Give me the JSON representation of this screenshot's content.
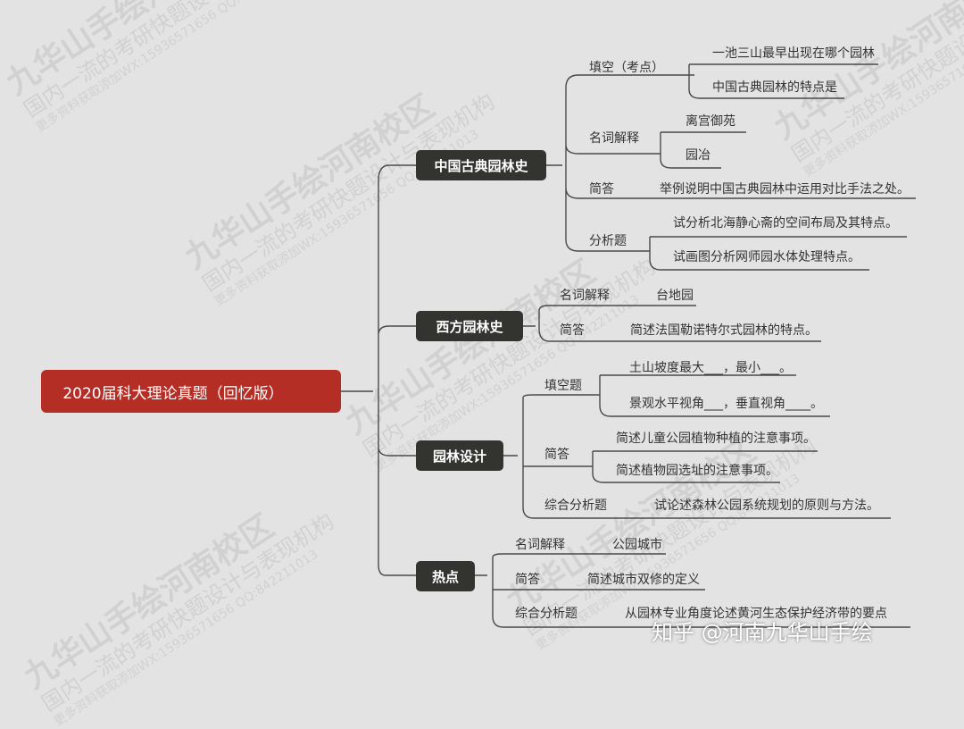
{
  "root": "2020届科大理论真题（回忆版）",
  "branches": {
    "history_cn": "中国古典园林史",
    "history_west": "西方园林史",
    "design": "园林设计",
    "hot": "热点"
  },
  "history_cn": {
    "fill_label": "填空（考点）",
    "fill_q1": "一池三山最早出现在哪个园林",
    "fill_q2": "中国古典园林的特点是",
    "term_label": "名词解释",
    "term_q1": "离宫御苑",
    "term_q2": "园冶",
    "short_label": "简答",
    "short_q1": "举例说明中国古典园林中运用对比手法之处。",
    "analysis_label": "分析题",
    "analysis_q1": "试分析北海静心斋的空间布局及其特点。",
    "analysis_q2": "试画图分析网师园水体处理特点。"
  },
  "history_west": {
    "term_label": "名词解释",
    "term_q1": "台地园",
    "short_label": "简答",
    "short_q1": "简述法国勒诺特尔式园林的特点。"
  },
  "design": {
    "fill_label": "填空题",
    "fill_q1": "土山坡度最大___，最小___。",
    "fill_q2": "景观水平视角___，垂直视角____。",
    "short_label": "简答",
    "short_q1": "简述儿童公园植物种植的注意事项。",
    "short_q2": "简述植物园选址的注意事项。",
    "comp_label": "综合分析题",
    "comp_q1": "试论述森林公园系统规划的原则与方法。"
  },
  "hot": {
    "term_label": "名词解释",
    "term_q1": "公园城市",
    "short_label": "简答",
    "short_q1": "简述城市双修的定义",
    "comp_label": "综合分析题",
    "comp_q1": "从园林专业角度论述黄河生态保护经济带的要点"
  },
  "watermark": {
    "line1": "九华山手绘河南校区",
    "line2": "国内一流的考研快题设计与表现机构",
    "line3": "更多资料获取添加WX:15936571656 QQ:842211013"
  },
  "credit": "知乎 @河南九华山手绘"
}
